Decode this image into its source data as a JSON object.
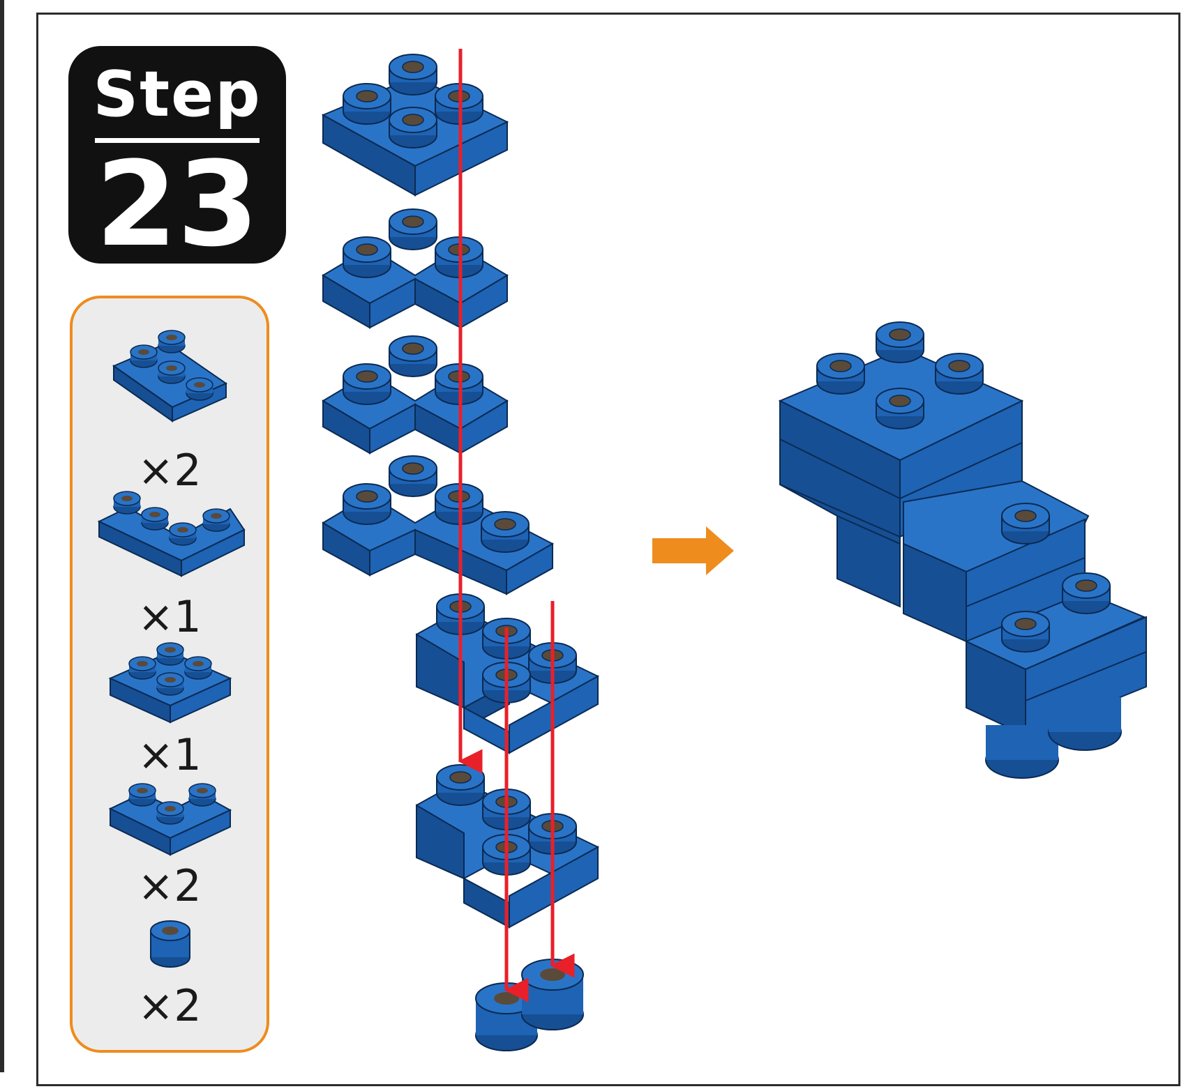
{
  "step": {
    "word": "Step",
    "number": "23"
  },
  "parts": [
    {
      "icon": "l-plate-4-stud-icon",
      "qty": "×2"
    },
    {
      "icon": "u-plate-5-stud-icon",
      "qty": "×1"
    },
    {
      "icon": "square-plate-4-stud-icon",
      "qty": "×1"
    },
    {
      "icon": "l-plate-3-stud-icon",
      "qty": "×2"
    },
    {
      "icon": "round-stud-icon",
      "qty": "×2"
    }
  ],
  "colors": {
    "brick": "#1e63b4",
    "arrow_insert": "#e8202a",
    "arrow_result": "#ee8c1e",
    "panel_border": "#ee8c1e",
    "panel_fill": "#ececec"
  }
}
